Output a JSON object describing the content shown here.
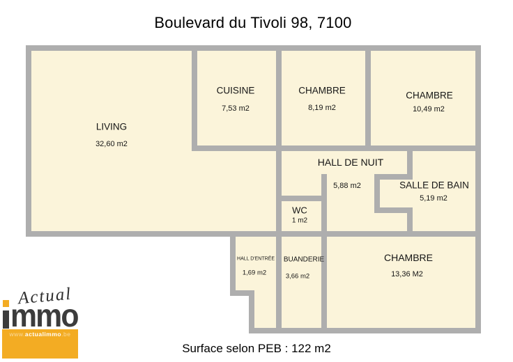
{
  "title": "Boulevard du Tivoli 98, 7100",
  "footer": "Surface selon PEB : 122 m2",
  "colors": {
    "floor": "#FBF4DA",
    "wall": "#AEAEAE",
    "accent": "#F3AC23",
    "dark": "#3C3C3C",
    "background": "#FFFFFF"
  },
  "rooms": [
    {
      "id": "living",
      "name": "LIVING",
      "area": "32,60 m2"
    },
    {
      "id": "cuisine",
      "name": "CUISINE",
      "area": "7,53 m2"
    },
    {
      "id": "chambre-1",
      "name": "CHAMBRE",
      "area": "8,19 m2"
    },
    {
      "id": "chambre-2",
      "name": "CHAMBRE",
      "area": "10,49 m2"
    },
    {
      "id": "hall-de-nuit",
      "name": "HALL DE NUIT",
      "area": "5,88 m2"
    },
    {
      "id": "salle-de-bain",
      "name": "SALLE DE BAIN",
      "area": "5,19 m2"
    },
    {
      "id": "wc",
      "name": "WC",
      "area": "1 m2"
    },
    {
      "id": "hall-entree",
      "name": "HALL D'ENTRÉE",
      "area": "1,69 m2"
    },
    {
      "id": "buanderie",
      "name": "BUANDERIE",
      "area": "3,66 m2"
    },
    {
      "id": "chambre-3",
      "name": "CHAMBRE",
      "area": "13,36 M2"
    }
  ],
  "logo": {
    "script": "Actual",
    "word_rest": "mmo",
    "url_www": "www.",
    "url_main": "actualimmo",
    "url_tld": ".be"
  }
}
